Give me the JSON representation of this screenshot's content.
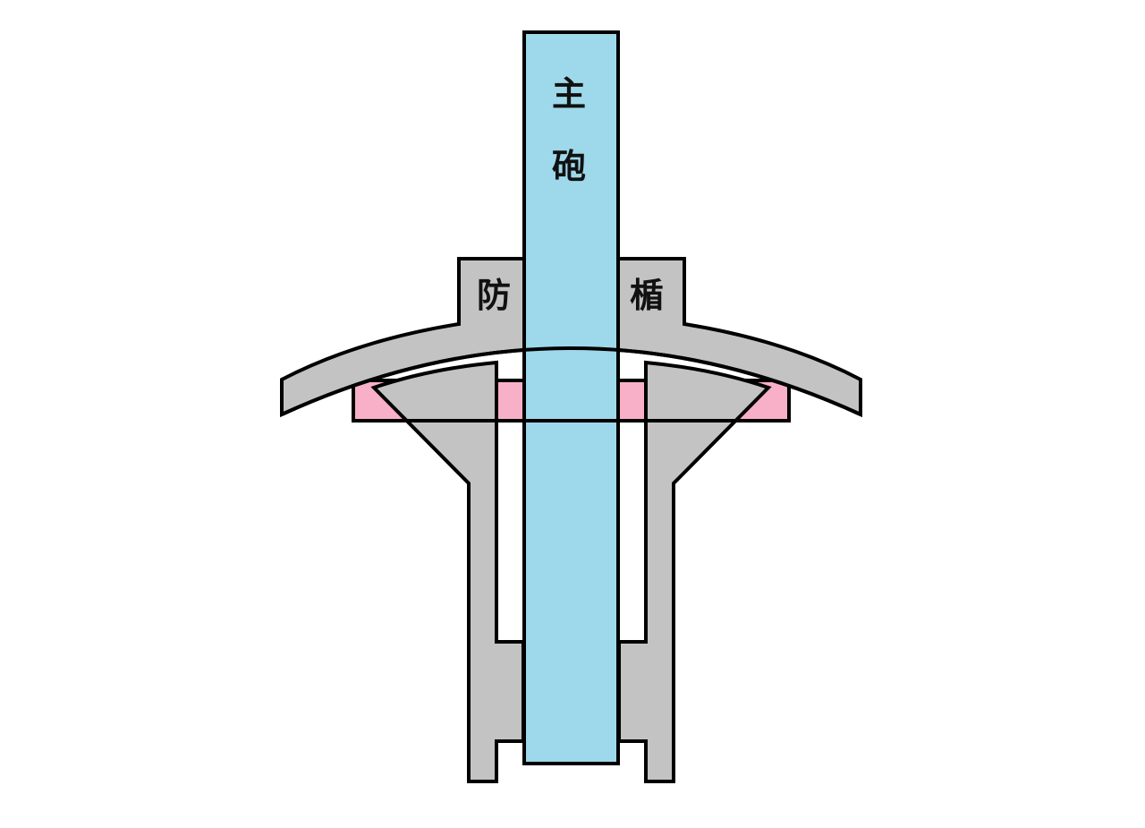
{
  "labels": {
    "barrel_char1": "主",
    "barrel_char2": "砲",
    "shield_left": "防",
    "shield_right": "楯"
  },
  "colors": {
    "barrel": "#9dd9ea",
    "shield": "#c3c3c3",
    "gap": "#f8b0c8",
    "outline": "#000000"
  }
}
